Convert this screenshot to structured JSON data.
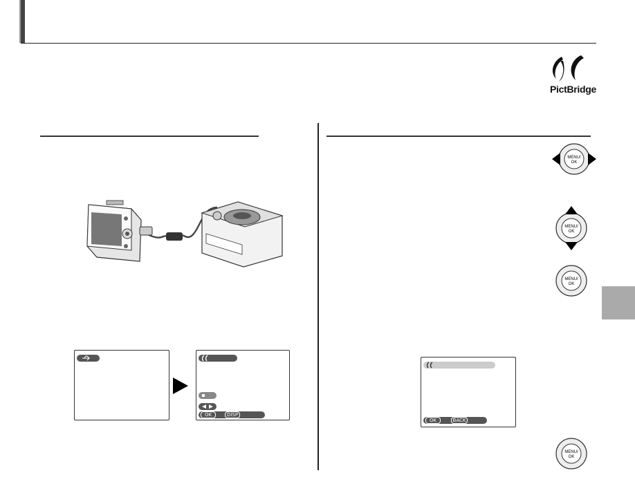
{
  "header": {
    "title": ""
  },
  "logo": {
    "text": "PictBridge"
  },
  "sections": [
    {
      "title": ""
    },
    {
      "title": ""
    }
  ],
  "screens": {
    "usb_screen": {
      "icon": "usb-icon"
    },
    "pictbridge_screen": {
      "icon": "pictbridge-icon",
      "btn_ok": "OK",
      "btn_disp": "DISP"
    },
    "print_screen": {
      "icon": "pictbridge-icon",
      "btn_ok": "OK",
      "btn_back": "BACK"
    }
  },
  "controls": {
    "pad_left_right": {
      "icon": "selector-left-right-icon",
      "center": "MENU/OK"
    },
    "pad_up_down": {
      "icon": "selector-up-down-icon",
      "center": "MENU/OK"
    },
    "pad_ok_1": {
      "icon": "selector-ok-icon",
      "center": "MENU/OK"
    },
    "pad_ok_2": {
      "icon": "selector-ok-icon",
      "center": "MENU/OK"
    }
  },
  "colors": {
    "tab": "#aaaaaa",
    "rule": "#333333"
  }
}
